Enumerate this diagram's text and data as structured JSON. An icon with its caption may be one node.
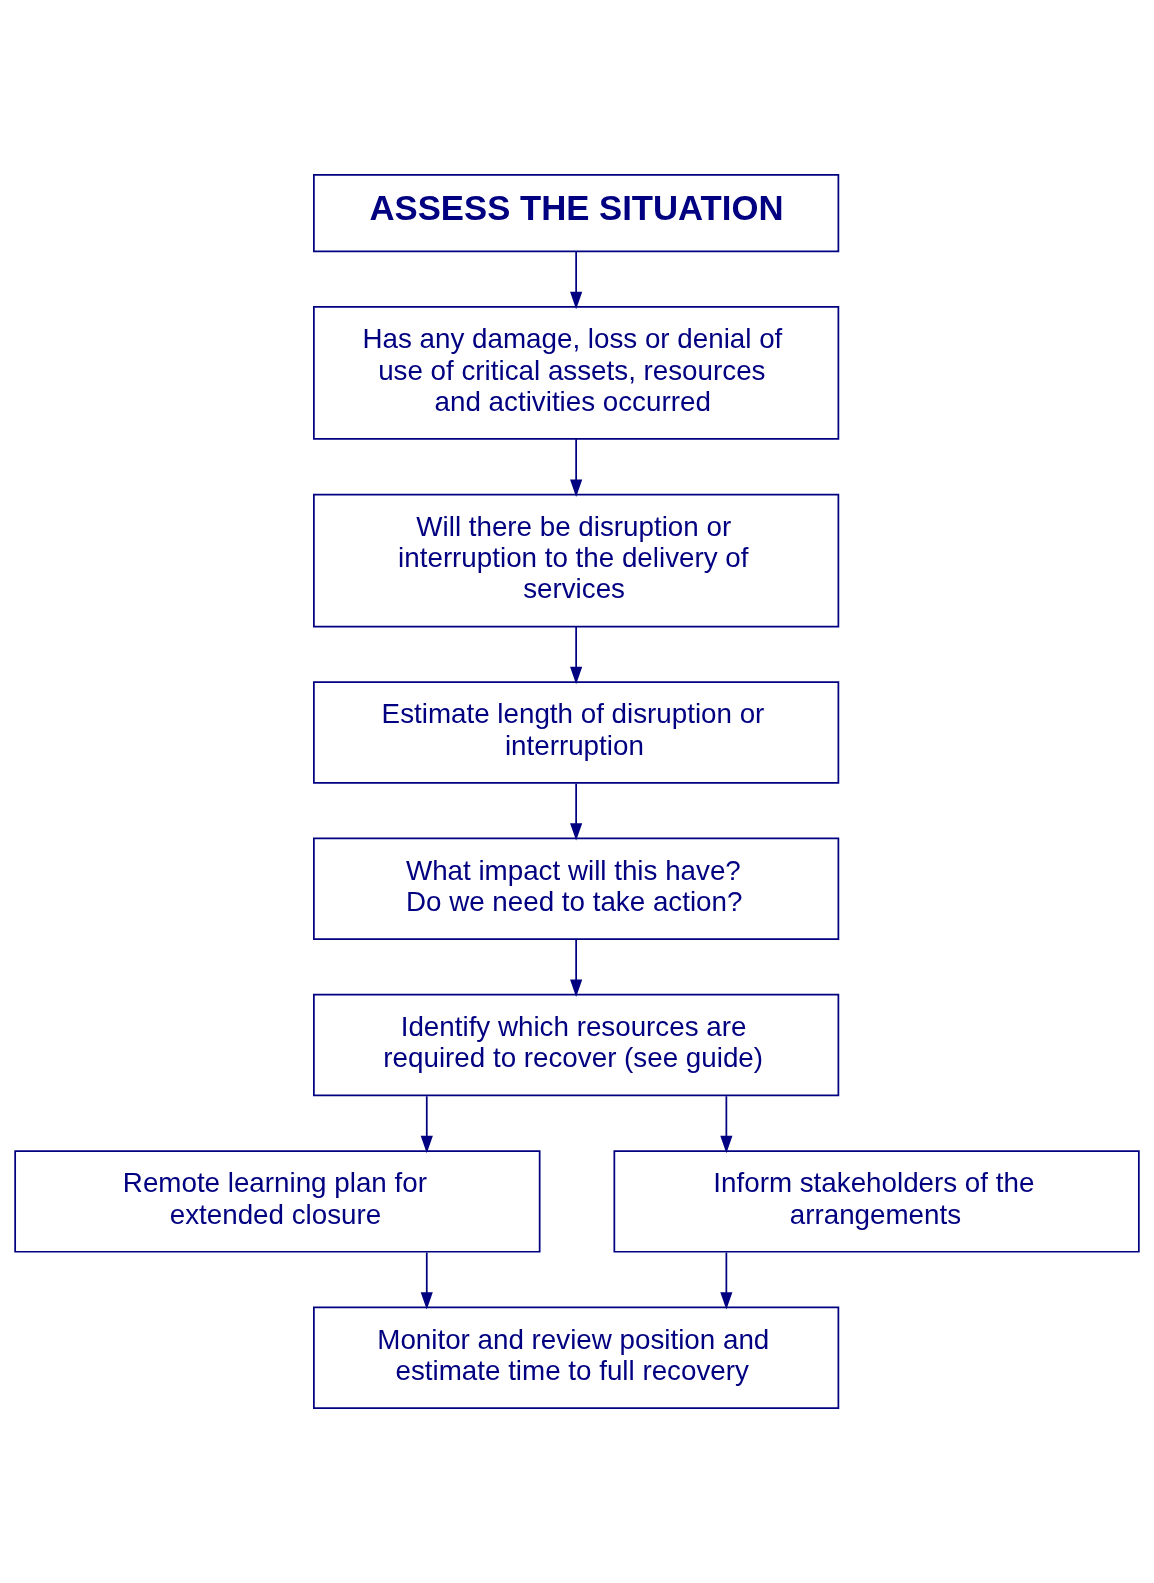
{
  "diagram": {
    "nodes": [
      {
        "text": [
          "ASSESS THE SITUATION"
        ]
      },
      {
        "text": [
          "Has any damage, loss or denial of use of critical assets, resources and activities occurred"
        ]
      },
      {
        "text": [
          "Will there be disruption or interruption to the delivery of services"
        ]
      },
      {
        "text": [
          "Estimate length of disruption or interruption"
        ]
      },
      {
        "text": [
          "What impact will this have?",
          "Do we need to take action?"
        ]
      },
      {
        "text": [
          "Identify which resources are required to recover (see guide)"
        ]
      },
      {
        "text": [
          "Remote learning plan for extended closure"
        ]
      },
      {
        "text": [
          "Inform stakeholders of the arrangements"
        ]
      },
      {
        "text": [
          "Monitor and review position and estimate time to full recovery"
        ]
      }
    ],
    "edges": [
      {
        "from": 0,
        "to": 1,
        "arrow": "to"
      },
      {
        "from": 1,
        "to": 2,
        "arrow": "to"
      },
      {
        "from": 2,
        "to": 3,
        "arrow": "to"
      },
      {
        "from": 3,
        "to": 4,
        "arrow": "to"
      },
      {
        "from": 4,
        "to": 5,
        "arrow": "to"
      },
      {
        "from": 5,
        "to": 6,
        "arrow": "to"
      },
      {
        "from": 5,
        "to": 7,
        "arrow": "to"
      },
      {
        "from": 6,
        "to": 8,
        "arrow": "to"
      },
      {
        "from": 7,
        "to": 8,
        "arrow": "to"
      }
    ]
  }
}
